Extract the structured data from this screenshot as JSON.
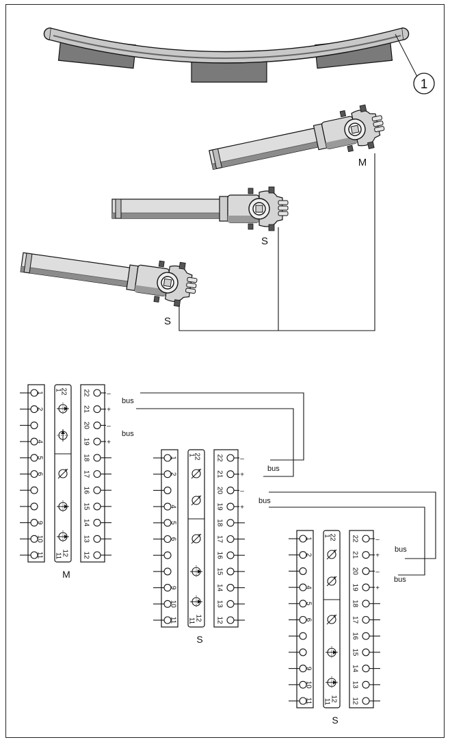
{
  "figure": {
    "callout_number": "1",
    "actuators": [
      {
        "label": "M"
      },
      {
        "label": "S"
      },
      {
        "label": "S"
      }
    ],
    "wiring": {
      "bus_label": "bus",
      "minus_sign": "–",
      "plus_sign": "+",
      "blocks": [
        {
          "label": "M"
        },
        {
          "label": "S"
        },
        {
          "label": "S"
        }
      ],
      "left_terminals": [
        "1",
        "2",
        "",
        "4",
        "5",
        "6",
        "",
        "",
        "9",
        "10",
        "11"
      ],
      "right_terminals": [
        "22",
        "21",
        "20",
        "19",
        "18",
        "17",
        "16",
        "15",
        "14",
        "13",
        "12"
      ],
      "switch_top_labels": [
        "1",
        "22"
      ],
      "switch_bottom_labels": [
        "11",
        "12"
      ]
    }
  },
  "colors": {
    "line": "#111111",
    "actuator_body": "#d9d9d9",
    "actuator_shadow": "#8c8c8c",
    "pad": "#7a7a7a"
  }
}
